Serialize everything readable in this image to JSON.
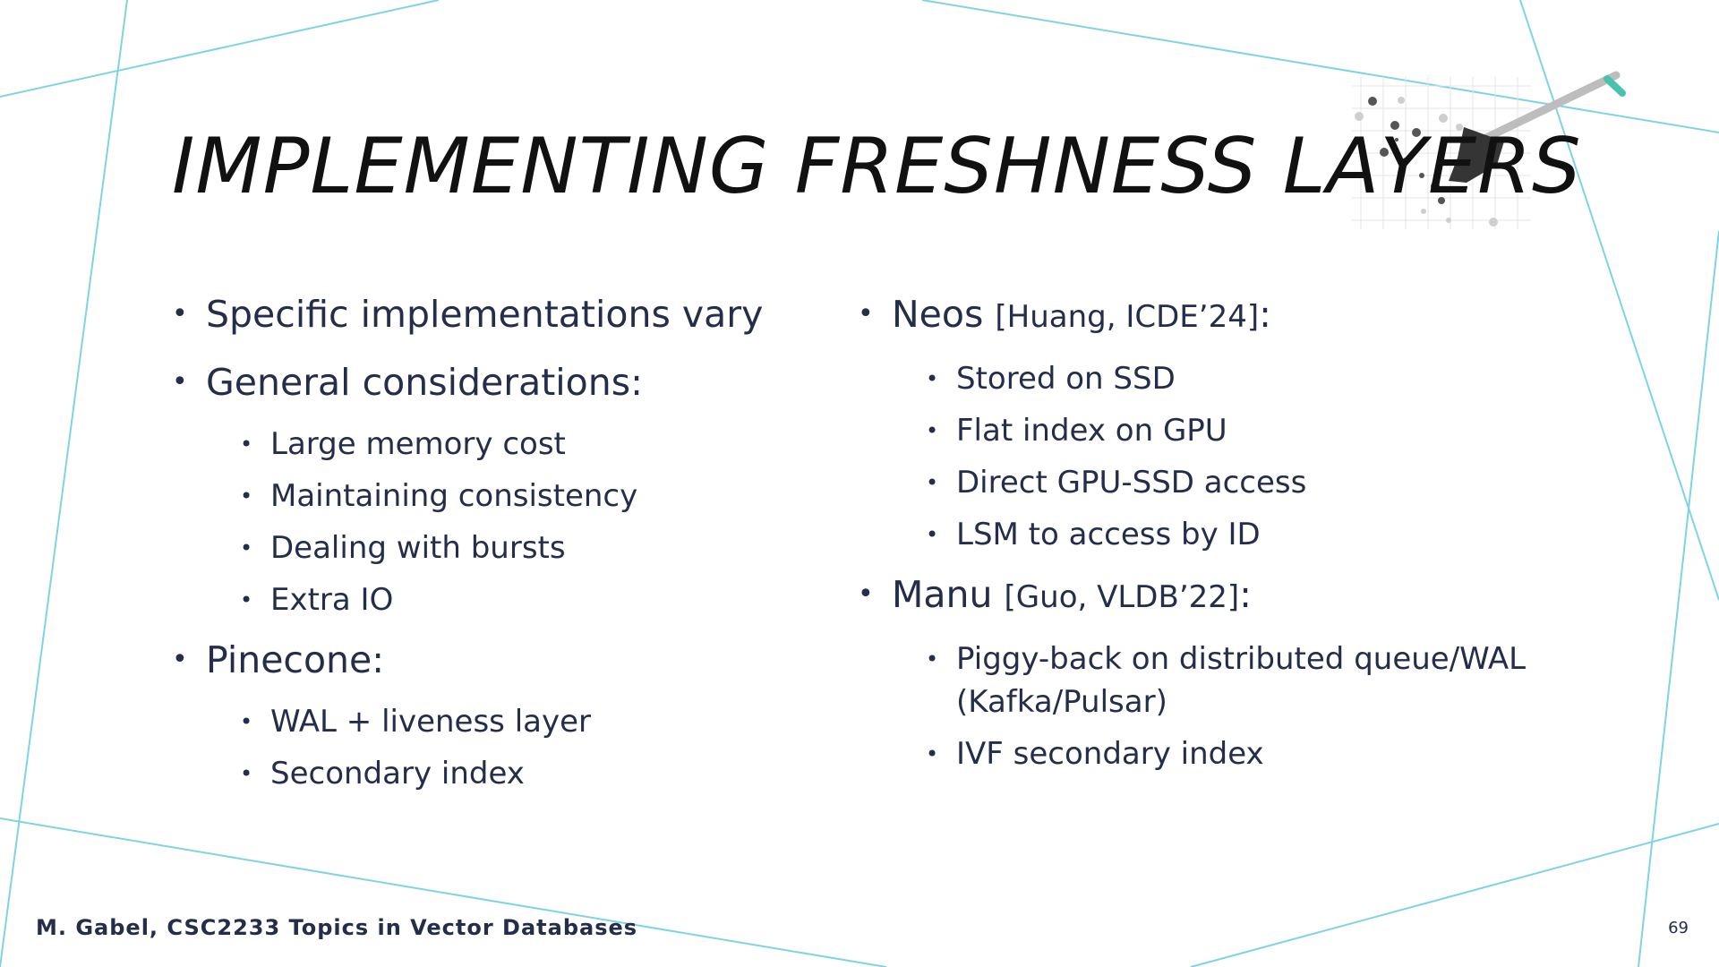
{
  "slide": {
    "title": "IMPLEMENTING FRESHNESS LAYERS",
    "accent_line_color": "#7fd3e6",
    "left_column": [
      {
        "text": "Specific implementations vary",
        "subitems": []
      },
      {
        "text": "General considerations:",
        "subitems": [
          "Large memory cost",
          "Maintaining consistency",
          "Dealing with bursts",
          "Extra IO"
        ]
      },
      {
        "text": "Pinecone:",
        "subitems": [
          "WAL + liveness layer",
          "Secondary index"
        ]
      }
    ],
    "right_column": [
      {
        "text": "Neos",
        "ref": "[Huang, ICDE’24]",
        "suffix": ":",
        "subitems": [
          "Stored on SSD",
          "Flat index on GPU",
          "Direct GPU-SSD access",
          "LSM to access by ID"
        ]
      },
      {
        "text": "Manu",
        "ref": "[Guo, VLDB’22]",
        "suffix": ":",
        "subitems": [
          "Piggy-back on distributed queue/WAL (Kafka/Pulsar)",
          "IVF secondary index"
        ]
      }
    ],
    "bullet_char": "•",
    "footer": "M. Gabel, CSC2233 Topics in Vector Databases",
    "page_number": "69",
    "decoration_icon": "shovel-digging-icon"
  }
}
